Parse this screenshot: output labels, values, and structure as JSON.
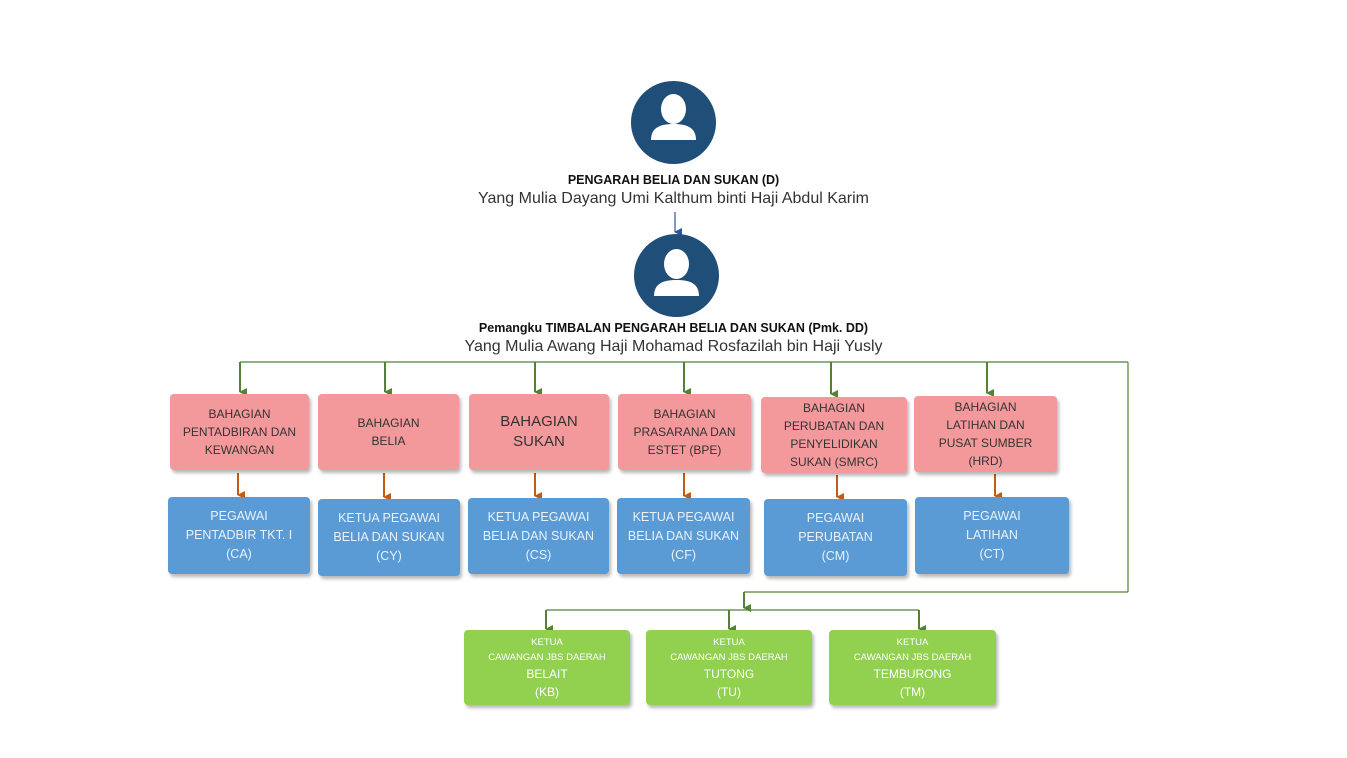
{
  "director": {
    "role": "PENGARAH BELIA DAN SUKAN (D)",
    "name": "Yang Mulia Dayang Umi Kalthum binti Haji Abdul Karim"
  },
  "deputy": {
    "role": "Pemangku TIMBALAN PENGARAH BELIA DAN SUKAN (Pmk. DD)",
    "name": "Yang Mulia Awang Haji Mohamad Rosfazilah bin Haji Yusly"
  },
  "divisions": [
    {
      "lines": [
        "BAHAGIAN",
        "PENTADBIRAN DAN",
        "KEWANGAN"
      ]
    },
    {
      "lines": [
        "BAHAGIAN",
        "BELIA"
      ]
    },
    {
      "lines": [
        "BAHAGIAN",
        "SUKAN"
      ]
    },
    {
      "lines": [
        "BAHAGIAN",
        "PRASARANA DAN",
        "ESTET (BPE)"
      ]
    },
    {
      "lines": [
        "BAHAGIAN",
        "PERUBATAN DAN",
        "PENYELIDIKAN",
        "SUKAN (SMRC)"
      ]
    },
    {
      "lines": [
        "BAHAGIAN",
        "LATIHAN DAN",
        "PUSAT SUMBER",
        "(HRD)"
      ]
    }
  ],
  "officers": [
    {
      "lines": [
        "PEGAWAI",
        "PENTADBIR TKT. I",
        "(CA)"
      ]
    },
    {
      "lines": [
        "KETUA PEGAWAI",
        "BELIA DAN SUKAN",
        "(CY)"
      ]
    },
    {
      "lines": [
        "KETUA PEGAWAI",
        "BELIA DAN SUKAN",
        "(CS)"
      ]
    },
    {
      "lines": [
        "KETUA PEGAWAI",
        "BELIA DAN SUKAN",
        "(CF)"
      ]
    },
    {
      "lines": [
        "PEGAWAI",
        "PERUBATAN",
        "(CM)"
      ]
    },
    {
      "lines": [
        "PEGAWAI",
        "LATIHAN",
        "(CT)"
      ]
    }
  ],
  "branches": [
    {
      "lines": [
        "KETUA",
        "CAWANGAN JBS DAERAH",
        "BELAIT",
        "(KB)"
      ]
    },
    {
      "lines": [
        "KETUA",
        "CAWANGAN JBS DAERAH",
        "TUTONG",
        "(TU)"
      ]
    },
    {
      "lines": [
        "KETUA",
        "CAWANGAN JBS DAERAH",
        "TEMBURONG",
        "(TM)"
      ]
    }
  ],
  "colors": {
    "avatar": "#1f4e79",
    "division_box": "#f4999b",
    "officer_box": "#5b9bd5",
    "branch_box": "#92d050",
    "green_connector": "#548235",
    "orange_connector": "#c55a11",
    "blue_connector": "#2e5597"
  }
}
